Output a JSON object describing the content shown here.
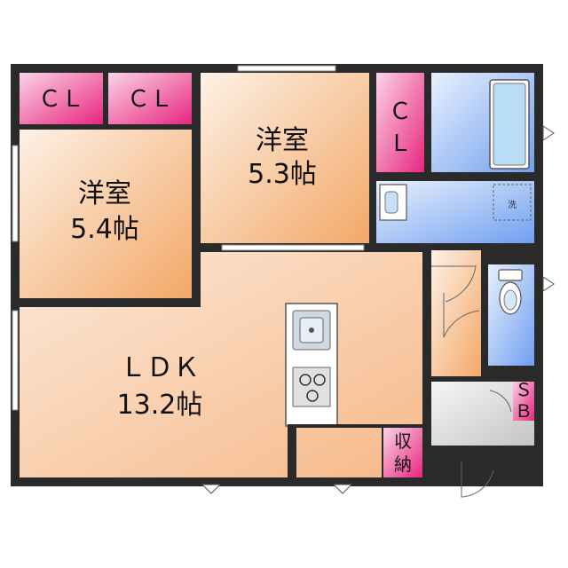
{
  "rooms": {
    "western_room_left": {
      "name": "洋室",
      "size": "5.4帖"
    },
    "western_room_right": {
      "name": "洋室",
      "size": "5.3帖"
    },
    "ldk": {
      "name": "ＬＤＫ",
      "size": "13.2帖"
    }
  },
  "storage": {
    "cl_left": "ＣＬ",
    "cl_middle": "ＣＬ",
    "cl_right_line1": "Ｃ",
    "cl_right_line2": "Ｌ",
    "sb_line1": "Ｓ",
    "sb_line2": "Ｂ",
    "shuno_line1": "収",
    "shuno_line2": "納"
  },
  "fixtures": {
    "washer_label": "洗"
  },
  "colors": {
    "wall": "#2a2a2a",
    "room_fill_light": "#fbe6d4",
    "room_fill_dark": "#f4b07a",
    "closet_pink": "#e9338a",
    "bath_blue": "#7ea8f0",
    "entrance_gray": "#cfcfcf"
  }
}
